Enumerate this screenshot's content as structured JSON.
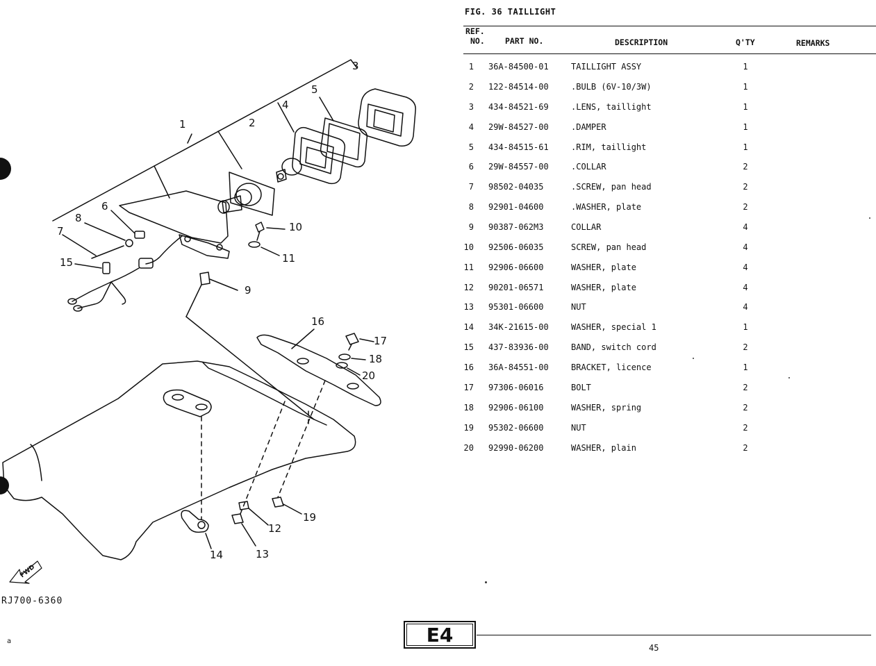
{
  "figure": {
    "title": "FIG. 36  TAILLIGHT"
  },
  "table_headers": {
    "ref_no_line1": "REF.",
    "ref_no_line2": "NO.",
    "part_no": "PART NO.",
    "description": "DESCRIPTION",
    "qty": "Q'TY",
    "remarks": "REMARKS"
  },
  "parts": [
    {
      "ref": "1",
      "part_no": "36A-84500-01",
      "description": "TAILLIGHT ASSY",
      "qty": "1"
    },
    {
      "ref": "2",
      "part_no": "122-84514-00",
      "description": ".BULB (6V-10/3W)",
      "qty": "1"
    },
    {
      "ref": "3",
      "part_no": "434-84521-69",
      "description": ".LENS, taillight",
      "qty": "1"
    },
    {
      "ref": "4",
      "part_no": "29W-84527-00",
      "description": ".DAMPER",
      "qty": "1"
    },
    {
      "ref": "5",
      "part_no": "434-84515-61",
      "description": ".RIM, taillight",
      "qty": "1"
    },
    {
      "ref": "6",
      "part_no": "29W-84557-00",
      "description": ".COLLAR",
      "qty": "2"
    },
    {
      "ref": "7",
      "part_no": "98502-04035",
      "description": ".SCREW, pan head",
      "qty": "2"
    },
    {
      "ref": "8",
      "part_no": "92901-04600",
      "description": ".WASHER, plate",
      "qty": "2"
    },
    {
      "ref": "9",
      "part_no": "90387-062M3",
      "description": "COLLAR",
      "qty": "4"
    },
    {
      "ref": "10",
      "part_no": "92506-06035",
      "description": "SCREW, pan head",
      "qty": "4"
    },
    {
      "ref": "11",
      "part_no": "92906-06600",
      "description": "WASHER, plate",
      "qty": "4"
    },
    {
      "ref": "12",
      "part_no": "90201-06571",
      "description": "WASHER, plate",
      "qty": "4"
    },
    {
      "ref": "13",
      "part_no": "95301-06600",
      "description": "NUT",
      "qty": "4"
    },
    {
      "ref": "14",
      "part_no": "34K-21615-00",
      "description": "WASHER, special 1",
      "qty": "1"
    },
    {
      "ref": "15",
      "part_no": "437-83936-00",
      "description": "BAND, switch cord",
      "qty": "2"
    },
    {
      "ref": "16",
      "part_no": "36A-84551-00",
      "description": "BRACKET, licence",
      "qty": "1"
    },
    {
      "ref": "17",
      "part_no": "97306-06016",
      "description": "BOLT",
      "qty": "2"
    },
    {
      "ref": "18",
      "part_no": "92906-06100",
      "description": "WASHER, spring",
      "qty": "2"
    },
    {
      "ref": "19",
      "part_no": "95302-06600",
      "description": "NUT",
      "qty": "2"
    },
    {
      "ref": "20",
      "part_no": "92990-06200",
      "description": "WASHER, plain",
      "qty": "2"
    }
  ],
  "diagram": {
    "code": "RJ700-6360",
    "fwd_label": "FWD",
    "corner_mark": "a",
    "callouts": [
      "1",
      "2",
      "3",
      "4",
      "5",
      "6",
      "7",
      "8",
      "9",
      "10",
      "11",
      "12",
      "13",
      "14",
      "15",
      "16",
      "17",
      "18",
      "19",
      "20"
    ]
  },
  "footer": {
    "section_box": "E4",
    "page_number": "45"
  }
}
